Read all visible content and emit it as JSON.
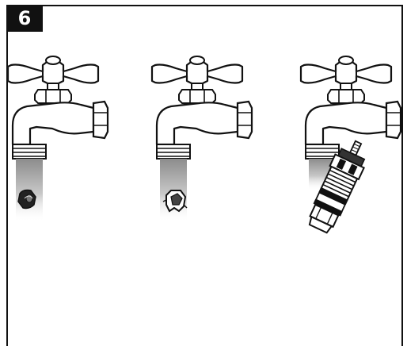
{
  "step": {
    "number": "6"
  },
  "panels": [
    {
      "id": "faucet-1",
      "part": "aerator-insert",
      "icon": "faucet-icon"
    },
    {
      "id": "faucet-2",
      "part": "spray-nozzle",
      "icon": "faucet-icon"
    },
    {
      "id": "faucet-3",
      "part": "valve-cartridge",
      "icon": "faucet-icon"
    }
  ],
  "colors": {
    "ink": "#111111",
    "background": "#ffffff",
    "water_top": "#9a9a9a",
    "water_bottom": "#ffffff"
  }
}
